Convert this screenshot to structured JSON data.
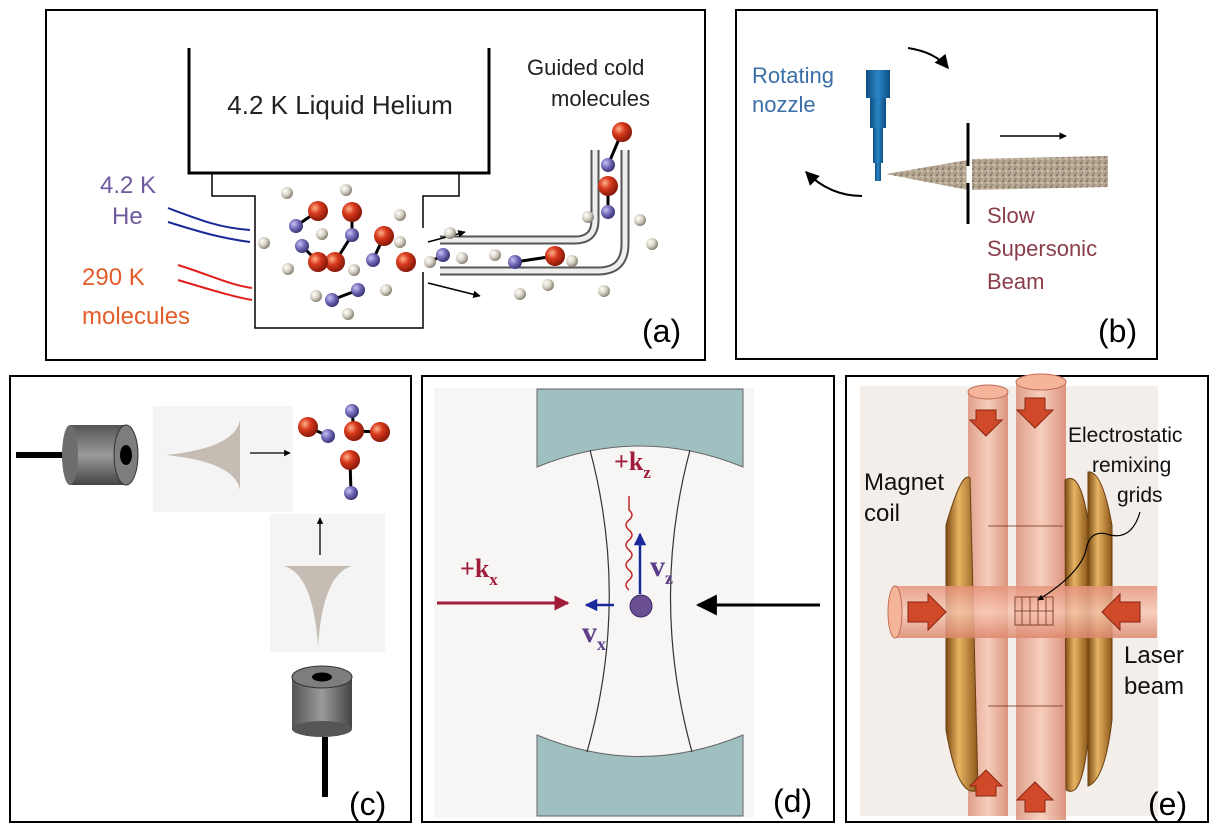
{
  "panels": {
    "a": {
      "tag": "(a)",
      "reservoir_label": "4.2 K Liquid Helium",
      "guided_line1": "Guided cold",
      "guided_line2": "molecules",
      "he_line1": "4.2 K",
      "he_line2": "He",
      "mol_line1": "290 K",
      "mol_line2": "molecules",
      "colors": {
        "he": "#6e5a9e",
        "molecules": "#e35d2b",
        "he_line": "#1a2a9a",
        "mol_line": "#e0201c"
      }
    },
    "b": {
      "tag": "(b)",
      "nozzle_line1": "Rotating",
      "nozzle_line2": "nozzle",
      "beam_line1": "Slow",
      "beam_line2": "Supersonic",
      "beam_line3": "Beam",
      "colors": {
        "nozzle_text": "#3b6fa8",
        "beam_text": "#8a3d4a",
        "nozzle": "#1d6aa3"
      }
    },
    "c": {
      "tag": "(c)"
    },
    "d": {
      "tag": "(d)",
      "kx": "+k",
      "kx_sub": "x",
      "kz": "+k",
      "kz_sub": "z",
      "vz": "v",
      "vz_sub": "z",
      "vx": "v",
      "vx_sub": "x",
      "colors": {
        "k": "#a01c3a",
        "v": "#5c3d8a",
        "mirror": "#9fbfc0"
      }
    },
    "e": {
      "tag": "(e)",
      "grids_line1": "Electrostatic",
      "grids_line2": "remixing",
      "grids_line3": "grids",
      "coil_line1": "Magnet",
      "coil_line2": "coil",
      "laser_line1": "Laser",
      "laser_line2": "beam"
    }
  }
}
